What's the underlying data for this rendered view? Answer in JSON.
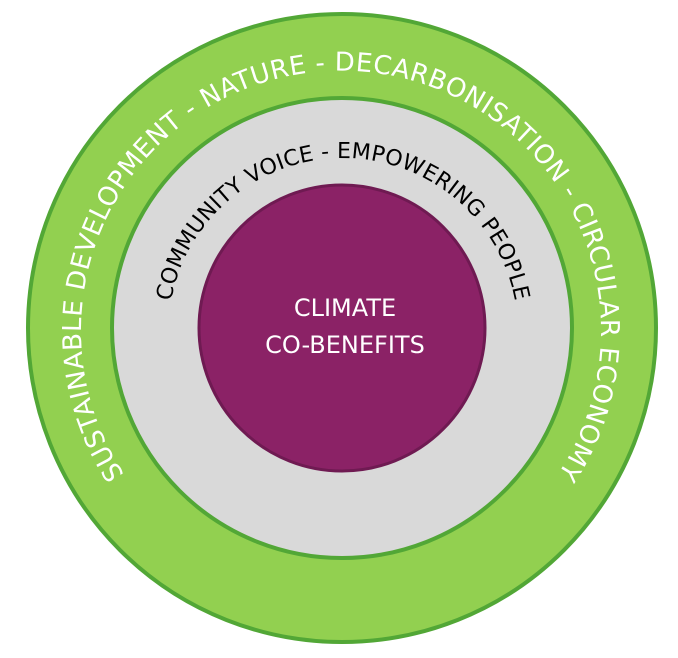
{
  "diagram": {
    "outer_ring": {
      "label": "SUSTAINABLE DEVELOPMENT   -   NATURE   -   DECARBONISATION   -   CIRCULAR ECONOMY"
    },
    "middle_ring": {
      "label": "COMMUNITY VOICE   -   EMPOWERING PEOPLE"
    },
    "center": {
      "line1": "CLIMATE",
      "line2": "CO-BENEFITS"
    }
  },
  "colors": {
    "outer_fill": "#92d050",
    "outer_stroke": "#52a736",
    "outer_text": "#ffffff",
    "middle_fill": "#d9d9d9",
    "middle_text": "#000000",
    "center_fill": "#8b2266",
    "center_stroke": "#6f1a52",
    "center_text": "#ffffff"
  }
}
